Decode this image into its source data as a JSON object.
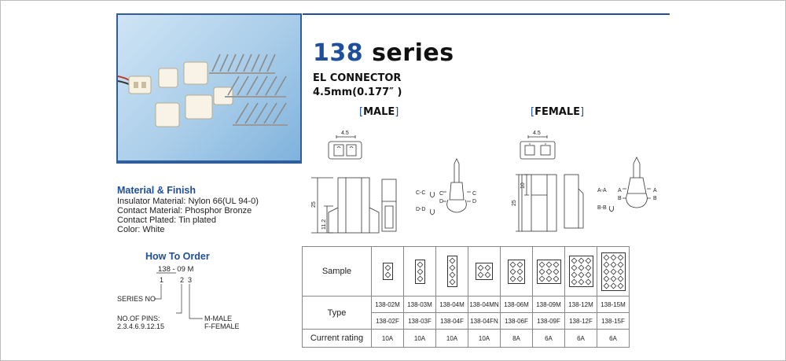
{
  "header": {
    "series_number": "138",
    "series_word": " series",
    "subtitle": "EL CONNECTOR",
    "size": "4.5mm(0.177″ )"
  },
  "sections": {
    "male": {
      "bracket_open": "[",
      "label": "MALE",
      "bracket_close": "]"
    },
    "female": {
      "bracket_open": "[",
      "label": "FEMALE",
      "bracket_close": "]"
    }
  },
  "drawings": {
    "male_width": "4.5",
    "male_height": "25",
    "male_sub_height": "11.2",
    "female_width": "4.5",
    "female_height": "25",
    "female_sub_height": "10",
    "male_sections": [
      "C-C",
      "D-D"
    ],
    "male_marks": [
      "C",
      "D",
      "C",
      "D"
    ],
    "female_sections": [
      "A-A",
      "B-B"
    ],
    "female_marks": [
      "A",
      "B",
      "A",
      "B"
    ]
  },
  "material": {
    "title": "Material & Finish",
    "lines": [
      "Insulator Material: Nylon 66(UL 94-0)",
      "Contact Material: Phosphor Bronze",
      "Contact Plated: Tin plated",
      "Color: White"
    ]
  },
  "order": {
    "title": "How To Order",
    "code": "138 - 09 M",
    "positions": [
      "1",
      "2",
      "3"
    ],
    "series_no": "SERIES NO",
    "pins_label": "NO.OF PINS:",
    "pins_values": "2.3.4.6.9.12.15",
    "male": "M-MALE",
    "female": "F-FEMALE"
  },
  "table": {
    "headers": {
      "sample": "Sample",
      "type": "Type",
      "rating": "Current rating"
    },
    "samples": [
      {
        "cols": 1,
        "rows": 2,
        "male": "138-02M",
        "female": "138-02F",
        "rating": "10A"
      },
      {
        "cols": 1,
        "rows": 3,
        "male": "138-03M",
        "female": "138-03F",
        "rating": "10A"
      },
      {
        "cols": 1,
        "rows": 4,
        "male": "138-04M",
        "female": "138-04F",
        "rating": "10A"
      },
      {
        "cols": 2,
        "rows": 2,
        "male": "138-04MN",
        "female": "138-04FN",
        "rating": "10A"
      },
      {
        "cols": 2,
        "rows": 3,
        "male": "138-06M",
        "female": "138-06F",
        "rating": "8A"
      },
      {
        "cols": 3,
        "rows": 3,
        "male": "138-09M",
        "female": "138-09F",
        "rating": "6A"
      },
      {
        "cols": 3,
        "rows": 4,
        "male": "138-12M",
        "female": "138-12F",
        "rating": "6A"
      },
      {
        "cols": 3,
        "rows": 5,
        "male": "138-15M",
        "female": "138-15F",
        "rating": "6A"
      }
    ]
  },
  "colors": {
    "accent": "#1f4e9a",
    "photo_frame": "#2f5e9f"
  }
}
